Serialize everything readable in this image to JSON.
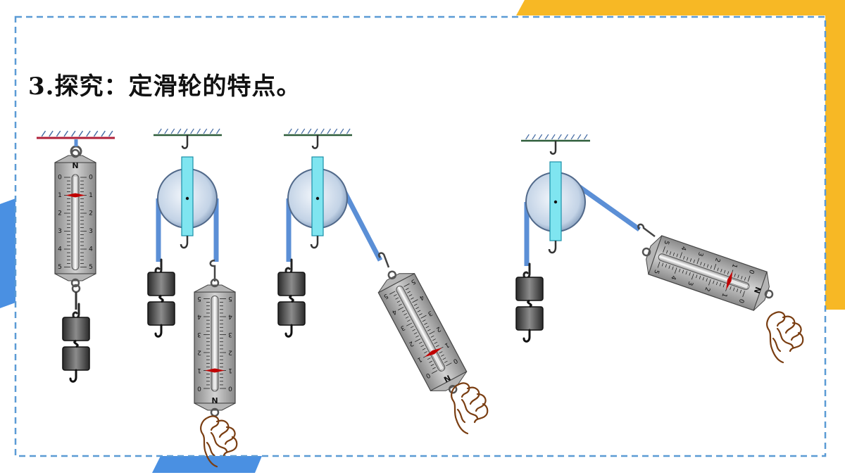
{
  "title": "3.探究：定滑轮的特点。",
  "scale": {
    "unit": "N",
    "ticks": [
      "0",
      "1",
      "2",
      "3",
      "4",
      "5"
    ]
  },
  "readings": {
    "direct_scale": 1,
    "vertical_pull_scale": 1,
    "angled_pull_scale": 1,
    "shallow_pull_scale": 1
  },
  "colors": {
    "frame_dash": "#5b9bd5",
    "accent_yellow": "#f7b825",
    "accent_blue": "#4a90e2",
    "rope": "#5b8fd6",
    "axle": "#7fe5f0",
    "pointer": "#c00000",
    "hand": "#7a3e12"
  },
  "icons": [
    "ceiling-icon",
    "pulley-icon",
    "hook-icon",
    "weight-icon",
    "spring-scale-icon",
    "hand-icon"
  ]
}
